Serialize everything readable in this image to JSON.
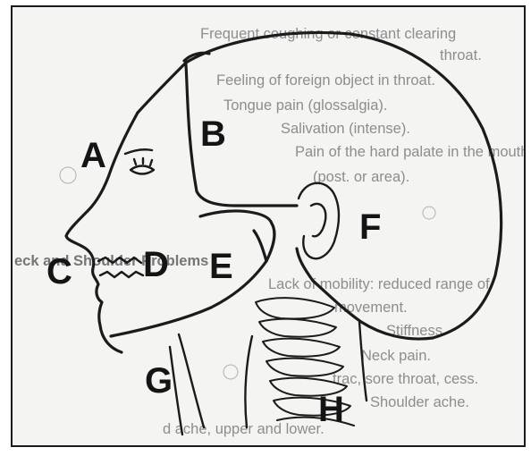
{
  "background_text": {
    "lines": [
      "Frequent coughing or constant clearing",
      "throat.",
      "Feeling of foreign object in throat.",
      "Tongue pain (glossalgia).",
      "Salivation (intense).",
      "Pain of the hard palate in the mouth",
      "(post. or area).",
      "eck and Shoulder Problems",
      "Lack of mobility: reduced range of",
      "movement.",
      "Stiffness.",
      "Neck pain.",
      "Shoulder ache.",
      "trac, sore throat, cess.",
      "d ache, upper and lower."
    ]
  },
  "labels": {
    "a": "A",
    "b": "B",
    "c": "C",
    "d": "D",
    "e": "E",
    "f": "F",
    "g": "G",
    "h": "H"
  }
}
